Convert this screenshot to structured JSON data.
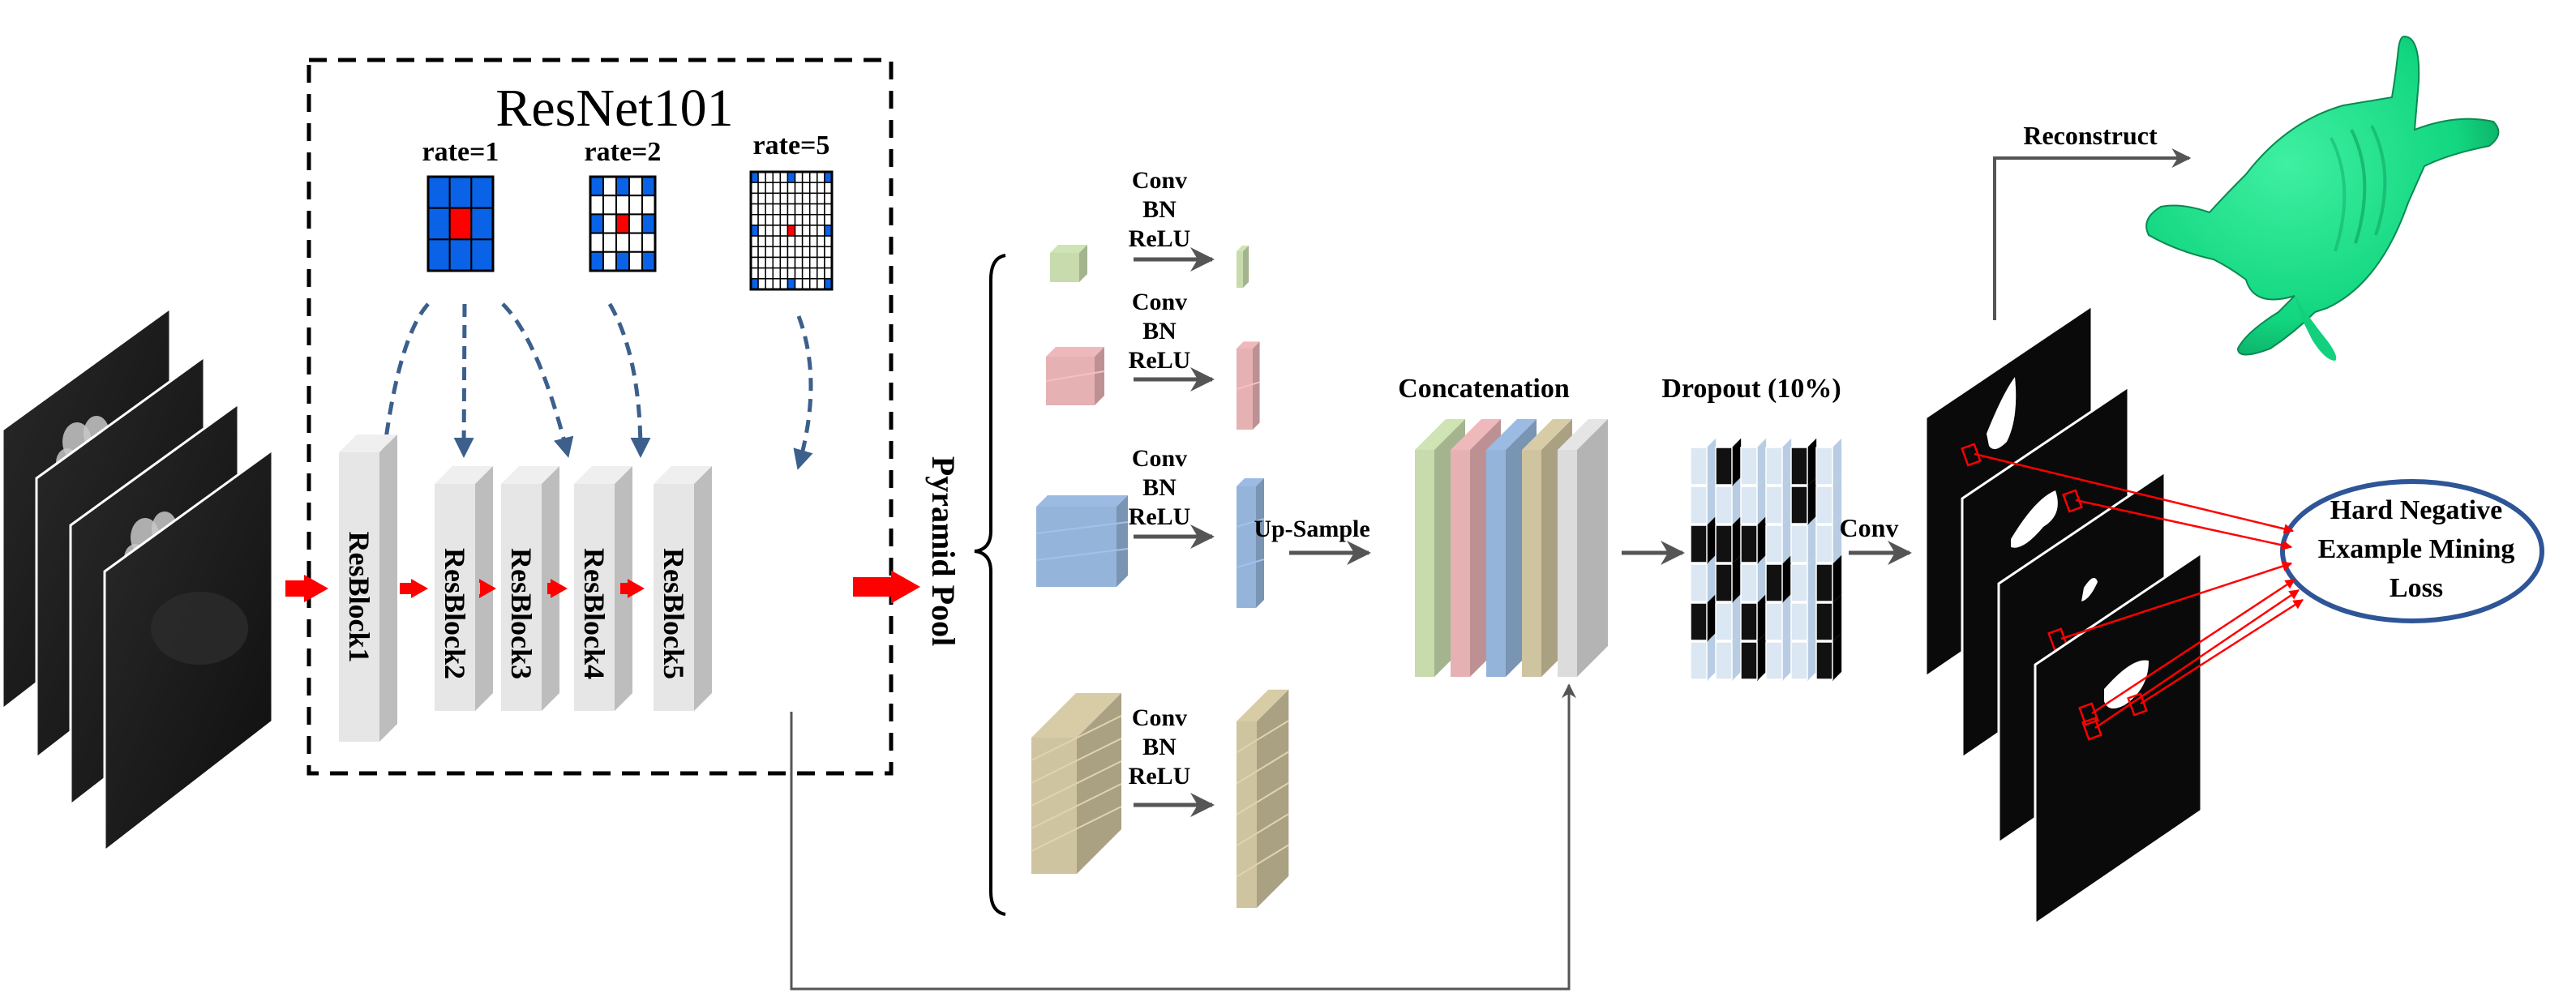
{
  "title": "ResNet101",
  "colors": {
    "arrow_red": "#ff0000",
    "dashed_arrow": "#3c5f8c",
    "kernel_blue": "#0a62e6",
    "kernel_center": "#ff0000",
    "gray_arrow": "#555555",
    "block_face": "#e6e6e6",
    "block_side": "#c8c8c8",
    "pool_green": "#c7dbad",
    "pool_pink": "#e6b1b3",
    "pool_blue": "#95b4da",
    "pool_tan": "#cfc4a0",
    "concat_gray": "#dcdcdc",
    "dropout_cell": "#dbe7f3",
    "mesh_green": "#19e08a",
    "loss_ellipse": "#2e5597"
  },
  "dilation_kernels": [
    {
      "label": "rate=1",
      "rate": 1,
      "grid": 3
    },
    {
      "label": "rate=2",
      "rate": 2,
      "grid": 5
    },
    {
      "label": "rate=5",
      "rate": 5,
      "grid": 11
    }
  ],
  "res_blocks": [
    {
      "label": "ResBlock1"
    },
    {
      "label": "ResBlock2"
    },
    {
      "label": "ResBlock3"
    },
    {
      "label": "ResBlock4"
    },
    {
      "label": "ResBlock5"
    }
  ],
  "pyramid_pool": {
    "label": "Pyramid Pool",
    "branches": [
      {
        "op_lines": [
          "Conv",
          "BN",
          "ReLU"
        ],
        "grid": 1
      },
      {
        "op_lines": [
          "Conv",
          "BN",
          "ReLU"
        ],
        "grid": 2
      },
      {
        "op_lines": [
          "Conv",
          "BN",
          "ReLU"
        ],
        "grid": 3
      },
      {
        "op_lines": [
          "Conv",
          "BN",
          "ReLU"
        ],
        "grid": 6
      }
    ]
  },
  "upsample_label": "Up-Sample",
  "concatenation_label": "Concatenation",
  "dropout_label": "Dropout (10%)",
  "conv_label": "Conv",
  "reconstruct_label": "Reconstruct",
  "loss": {
    "lines": [
      "Hard Negative",
      "Example Mining",
      "Loss"
    ]
  }
}
